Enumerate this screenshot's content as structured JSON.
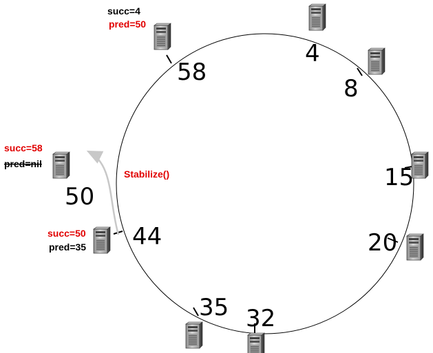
{
  "ring": {
    "nodes": [
      {
        "id": "4",
        "label": "4"
      },
      {
        "id": "8",
        "label": "8"
      },
      {
        "id": "15",
        "label": "15"
      },
      {
        "id": "20",
        "label": "20"
      },
      {
        "id": "32",
        "label": "32"
      },
      {
        "id": "35",
        "label": "35"
      },
      {
        "id": "44",
        "label": "44"
      },
      {
        "id": "58",
        "label": "58"
      }
    ]
  },
  "new_node": {
    "label": "50"
  },
  "annotations": {
    "n58_succ": "succ=4",
    "n58_pred": "pred=50",
    "n50_succ": "succ=58",
    "n50_pred": "pred=nil",
    "n44_succ": "succ=50",
    "n44_pred": "pred=35",
    "action": "Stabilize()"
  },
  "colors": {
    "highlight": "#e10000",
    "text": "#000000",
    "arrow": "#c8c8c8"
  },
  "icons": {
    "node": "server-tower-icon"
  }
}
